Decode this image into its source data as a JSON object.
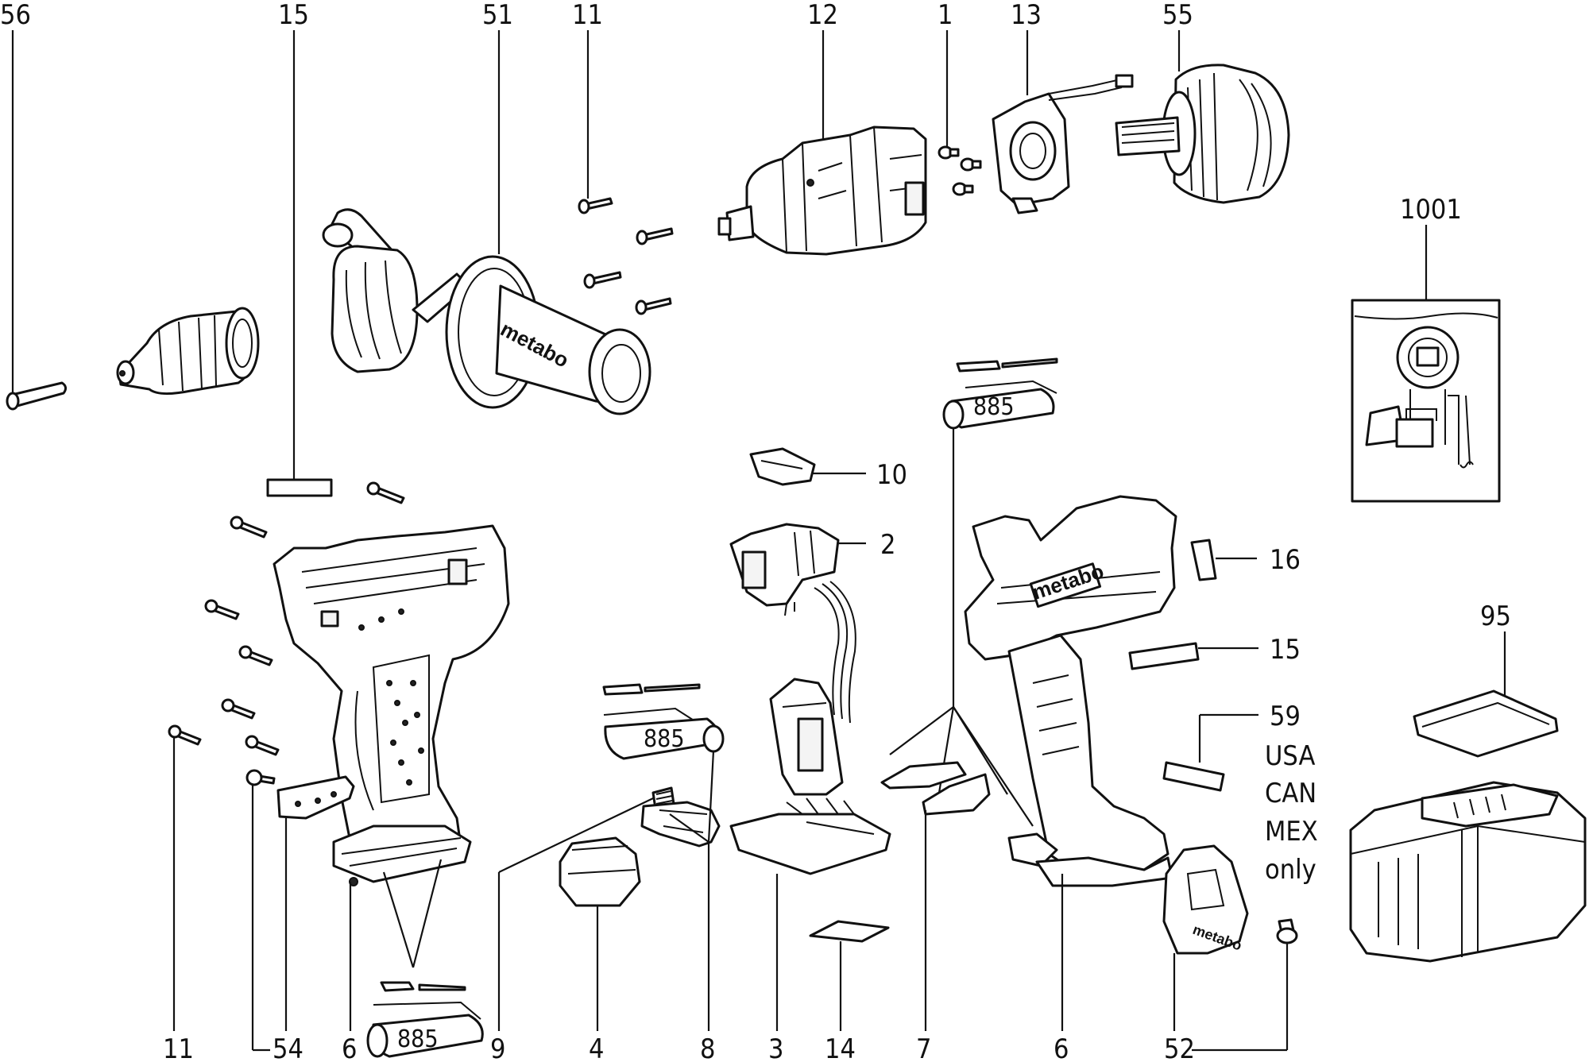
{
  "diagram": {
    "brand": "metabo",
    "grease_label": "885",
    "note_lines": [
      "USA",
      "CAN",
      "MEX",
      "only"
    ],
    "labels": {
      "p56": "56",
      "p15_top": "15",
      "p51": "51",
      "p11_top": "11",
      "p12": "12",
      "p1": "1",
      "p13": "13",
      "p55": "55",
      "p1001": "1001",
      "p10": "10",
      "p2": "2",
      "p16": "16",
      "p15_right": "15",
      "p95": "95",
      "p59": "59",
      "p11_bottom": "11",
      "p54": "54",
      "p6_left": "6",
      "p9": "9",
      "p4": "4",
      "p8": "8",
      "p3": "3",
      "p14": "14",
      "p7": "7",
      "p6_right": "6",
      "p52": "52"
    }
  }
}
